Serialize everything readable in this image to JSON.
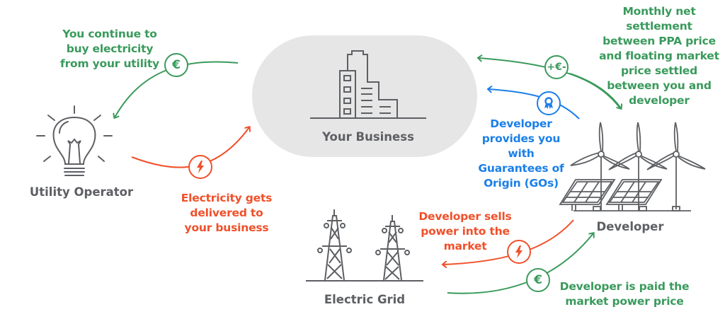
{
  "colors": {
    "green": "#3a9a5c",
    "red": "#f0502a",
    "blue": "#1a7fe8",
    "gray": "#5d5f63",
    "pill": "#e6e6e6"
  },
  "nodes": {
    "business": "Your Business",
    "utility": "Utility Operator",
    "developer": "Developer",
    "grid": "Electric Grid"
  },
  "flows": {
    "buy_from_utility": [
      "You continue to",
      "buy electricity",
      "from your utility"
    ],
    "delivered": [
      "Electricity gets",
      "delivered to",
      "your business"
    ],
    "net_settlement": [
      "Monthly net",
      "settlement",
      "between PPA price",
      "and floating market",
      "price settled",
      "between you and",
      "developer"
    ],
    "gos": [
      "Developer",
      "provides you",
      "with",
      "Guarantees of",
      "Origin (GOs)"
    ],
    "sells_power": [
      "Developer sells",
      "power into the",
      "market"
    ],
    "paid_market": [
      "Developer is paid the",
      "market power price"
    ]
  },
  "icons": {
    "euro": "€",
    "plus_euro_minus": "+€-",
    "bolt": "bolt-icon",
    "award": "award-icon"
  }
}
